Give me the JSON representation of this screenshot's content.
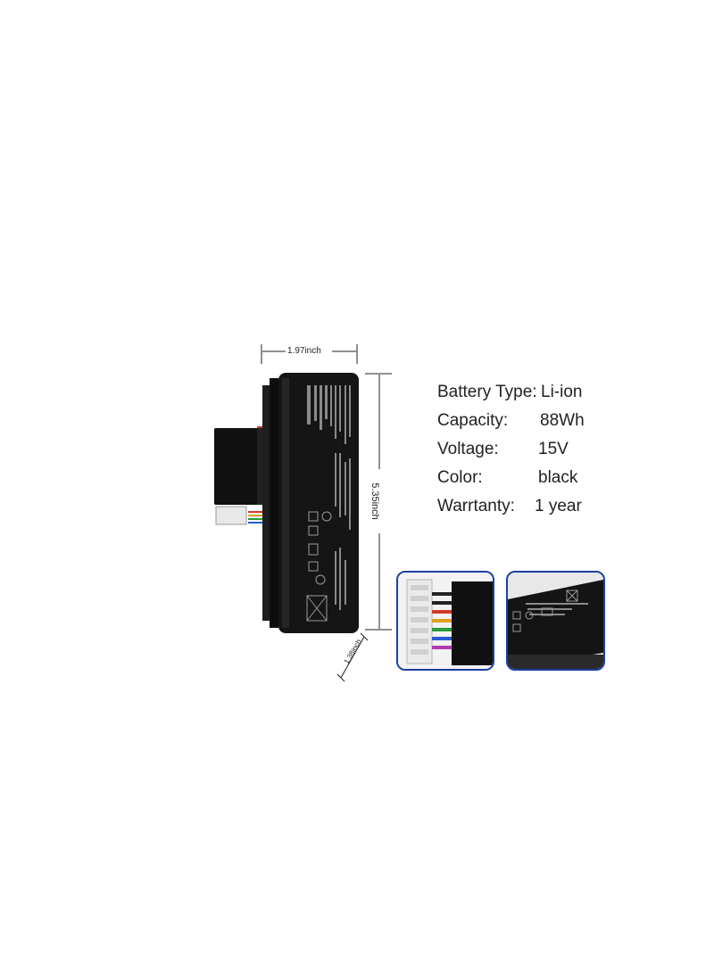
{
  "dimensions": {
    "width_label": "1.97inch",
    "height_label": "5.35inch",
    "depth_label": "1.38inch"
  },
  "specs": [
    {
      "label": "Battery Type:",
      "value": "Li-ion"
    },
    {
      "label": "Capacity:",
      "value": "88Wh"
    },
    {
      "label": "Voltage:",
      "value": "15V"
    },
    {
      "label": "Color:",
      "value": "black"
    },
    {
      "label": "Warrtanty:",
      "value": "1 year"
    }
  ],
  "colors": {
    "battery_body": "#151515",
    "thumb_border": "#1a3fa0",
    "wires": [
      "#d23a2a",
      "#e0a020",
      "#2a9a3a",
      "#2a5ad0",
      "#b03ab0"
    ]
  },
  "images": {
    "main": "laptop-battery-with-connector",
    "thumb_left": "connector-closeup",
    "thumb_right": "battery-label-closeup"
  }
}
